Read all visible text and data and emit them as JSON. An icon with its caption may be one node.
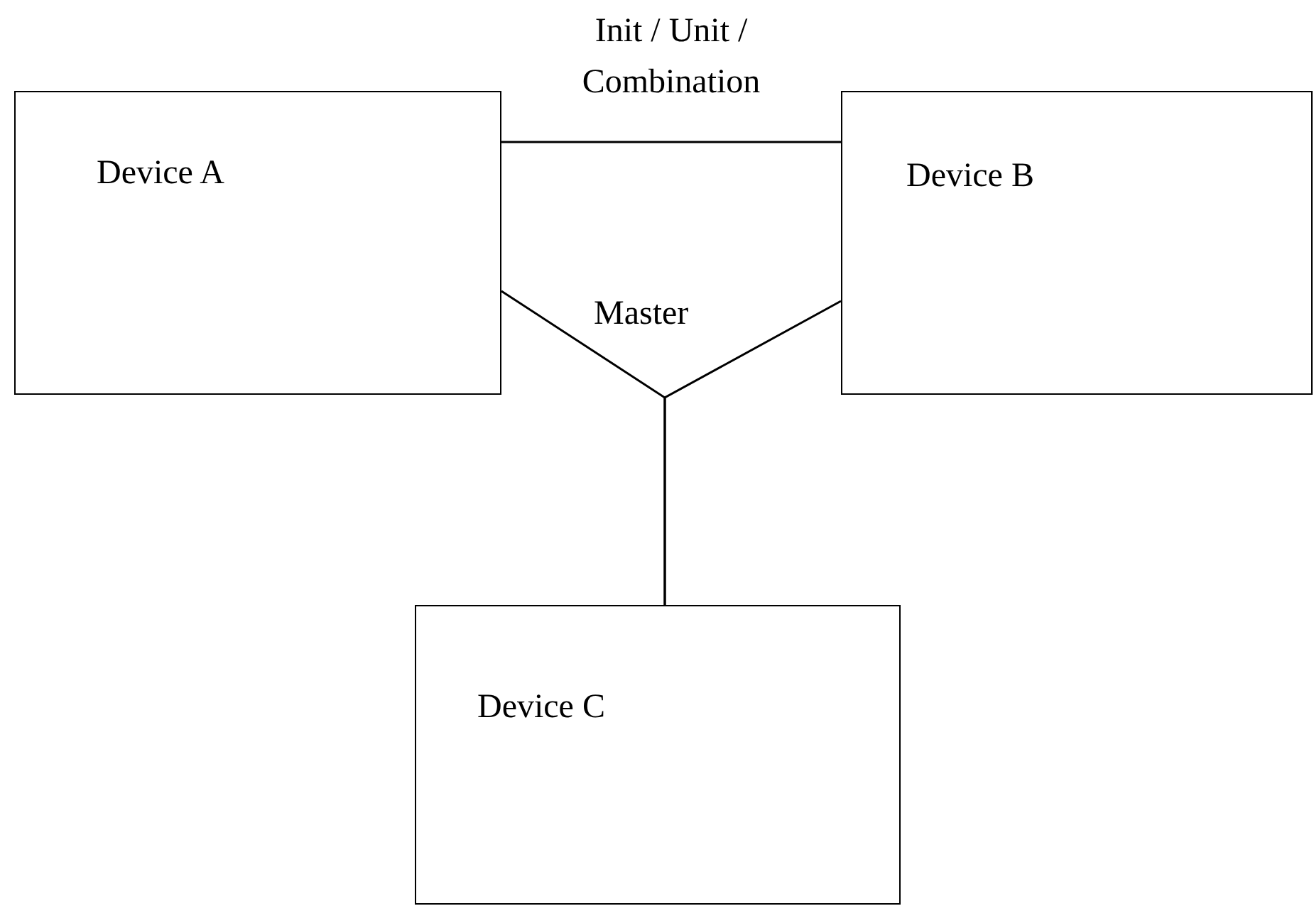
{
  "diagram": {
    "nodes": [
      {
        "text": [
          "Device A"
        ]
      },
      {
        "text": [
          "Device B"
        ]
      },
      {
        "text": [
          "Device C"
        ]
      }
    ],
    "edges": [
      {
        "from": 0,
        "to": 1,
        "arrow": "none",
        "label": "Init / Unit / Combination"
      },
      {
        "from": 0,
        "to": 2,
        "arrow": "none"
      },
      {
        "from": 1,
        "to": 2,
        "arrow": "none"
      }
    ],
    "labels": [
      "Master"
    ]
  }
}
